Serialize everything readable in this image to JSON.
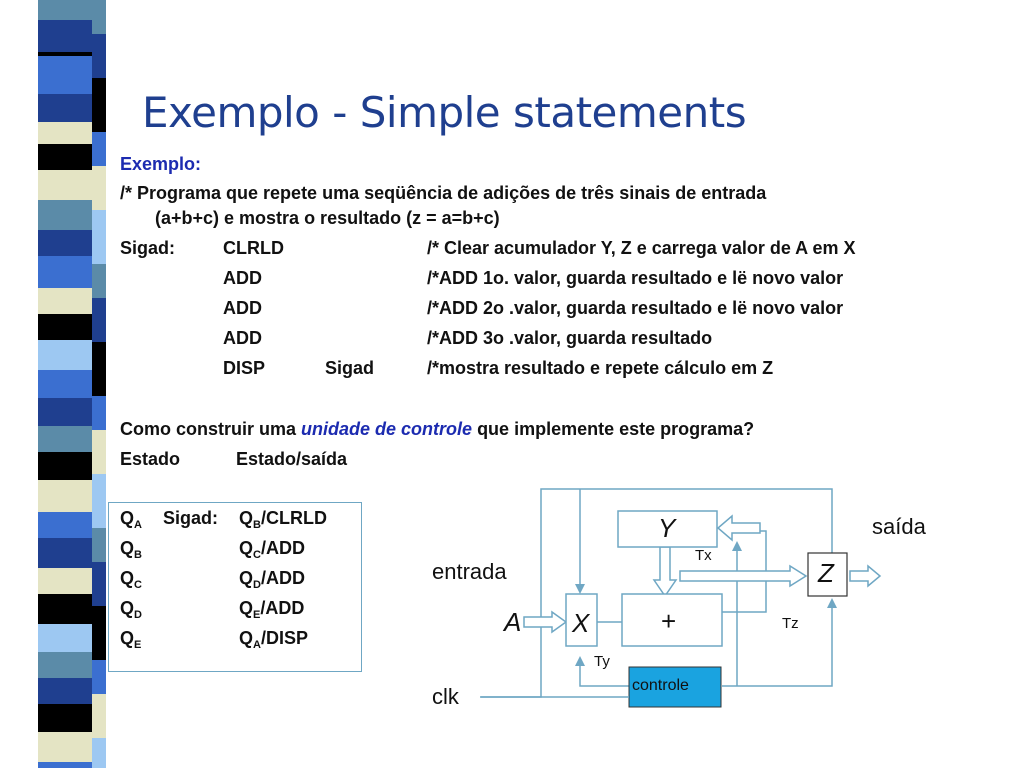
{
  "colors": {
    "title": "#1f3f8f",
    "accent_text": "#1c2bb0",
    "diagram_line": "#6fa7c4",
    "controle_fill": "#1aa3e0",
    "stripe": [
      "#5b8ba8",
      "#1f3f8f",
      "#e4e4c4",
      "#000000",
      "#3b6fd0",
      "#9dc8f2"
    ]
  },
  "title": "Exemplo - Simple statements",
  "heading": "Exemplo:",
  "comment": {
    "line1": "/* Programa que repete uma seqüência de adições de três sinais de entrada",
    "line2": "(a+b+c) e mostra o resultado (z = a=b+c)"
  },
  "program": [
    {
      "label": "Sigad:",
      "op": "CLRLD",
      "arg": "",
      "comment": "/* Clear acumulador Y, Z e carrega valor de A em X"
    },
    {
      "label": "",
      "op": "ADD",
      "arg": "",
      "comment": "/*ADD 1o. valor,  guarda resultado e lë novo valor"
    },
    {
      "label": "",
      "op": "ADD",
      "arg": "",
      "comment": "/*ADD 2o .valor,  guarda resultado e lë novo valor"
    },
    {
      "label": "",
      "op": "ADD",
      "arg": "",
      "comment": "/*ADD 3o .valor,  guarda resultado"
    },
    {
      "label": "",
      "op": "DISP",
      "arg": "Sigad",
      "comment": "/*mostra resultado e repete cálculo em Z"
    }
  ],
  "question": {
    "before": "Como construir uma ",
    "emphasis": "unidade de controle",
    "after": " que implemente este programa?"
  },
  "table_header": {
    "col1": "Estado",
    "col2": "Estado/saída"
  },
  "states": [
    {
      "q": "Q",
      "qsub": "A",
      "label": "Sigad: ",
      "next": "Q",
      "nextsub": "B",
      "out": "/CLRLD"
    },
    {
      "q": "Q",
      "qsub": "B",
      "label": "",
      "next": "Q",
      "nextsub": "C",
      "out": "/ADD"
    },
    {
      "q": "Q",
      "qsub": "C",
      "label": "",
      "next": "Q",
      "nextsub": "D",
      "out": "/ADD"
    },
    {
      "q": "Q",
      "qsub": "D",
      "label": "",
      "next": "Q",
      "nextsub": "E",
      "out": "/ADD"
    },
    {
      "q": "Q",
      "qsub": "E",
      "label": "",
      "next": "Q",
      "nextsub": "A",
      "out": "/DISP"
    }
  ],
  "diagram": {
    "saida": "saída",
    "entrada": "entrada",
    "A": "A",
    "X": "X",
    "Y": "Y",
    "Z": "Z",
    "plus": "+",
    "Tx": "Tx",
    "Ty": "Ty",
    "Tz": "Tz",
    "controle": "controle",
    "clk": "clk"
  }
}
